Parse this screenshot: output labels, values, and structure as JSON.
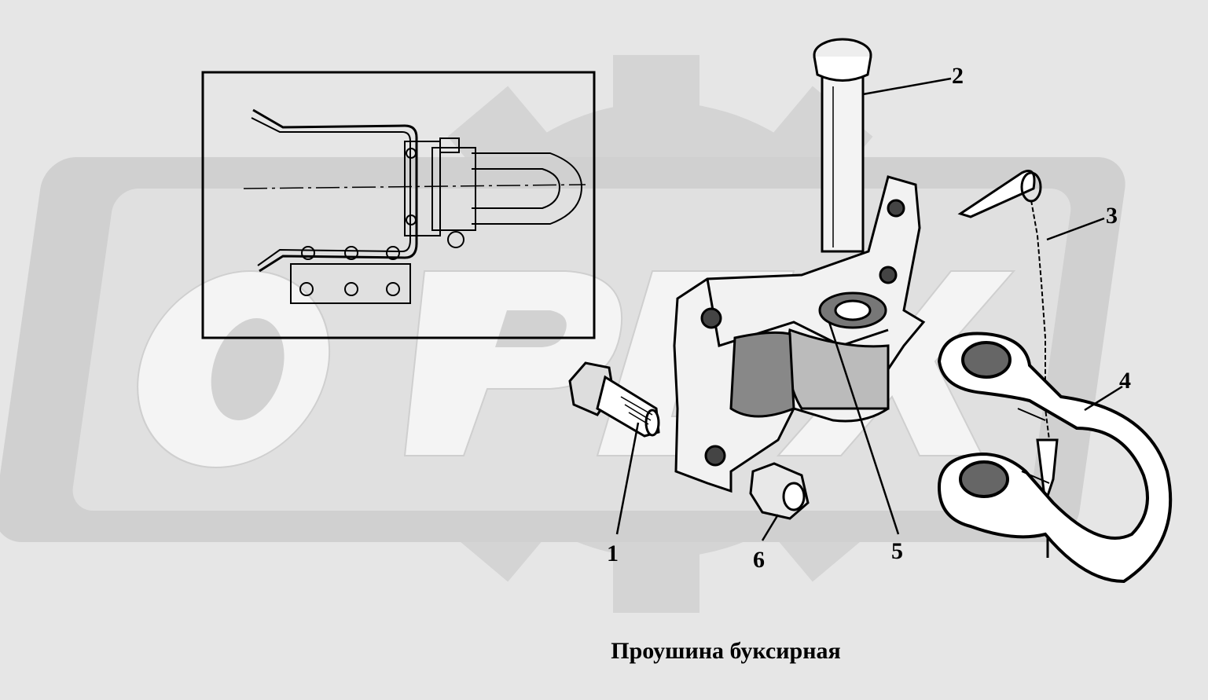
{
  "figure": {
    "caption": "Проушина буксирная",
    "watermark_text": "ОРЕХ",
    "callouts": [
      {
        "id": "1",
        "label": "1"
      },
      {
        "id": "2",
        "label": "2"
      },
      {
        "id": "3",
        "label": "3"
      },
      {
        "id": "4",
        "label": "4"
      },
      {
        "id": "5",
        "label": "5"
      },
      {
        "id": "6",
        "label": "6"
      }
    ]
  },
  "colors": {
    "background": "#e6e6e6",
    "watermark_fill": "#d2d2d2",
    "watermark_light": "#f2f2f2",
    "ink": "#000000"
  }
}
